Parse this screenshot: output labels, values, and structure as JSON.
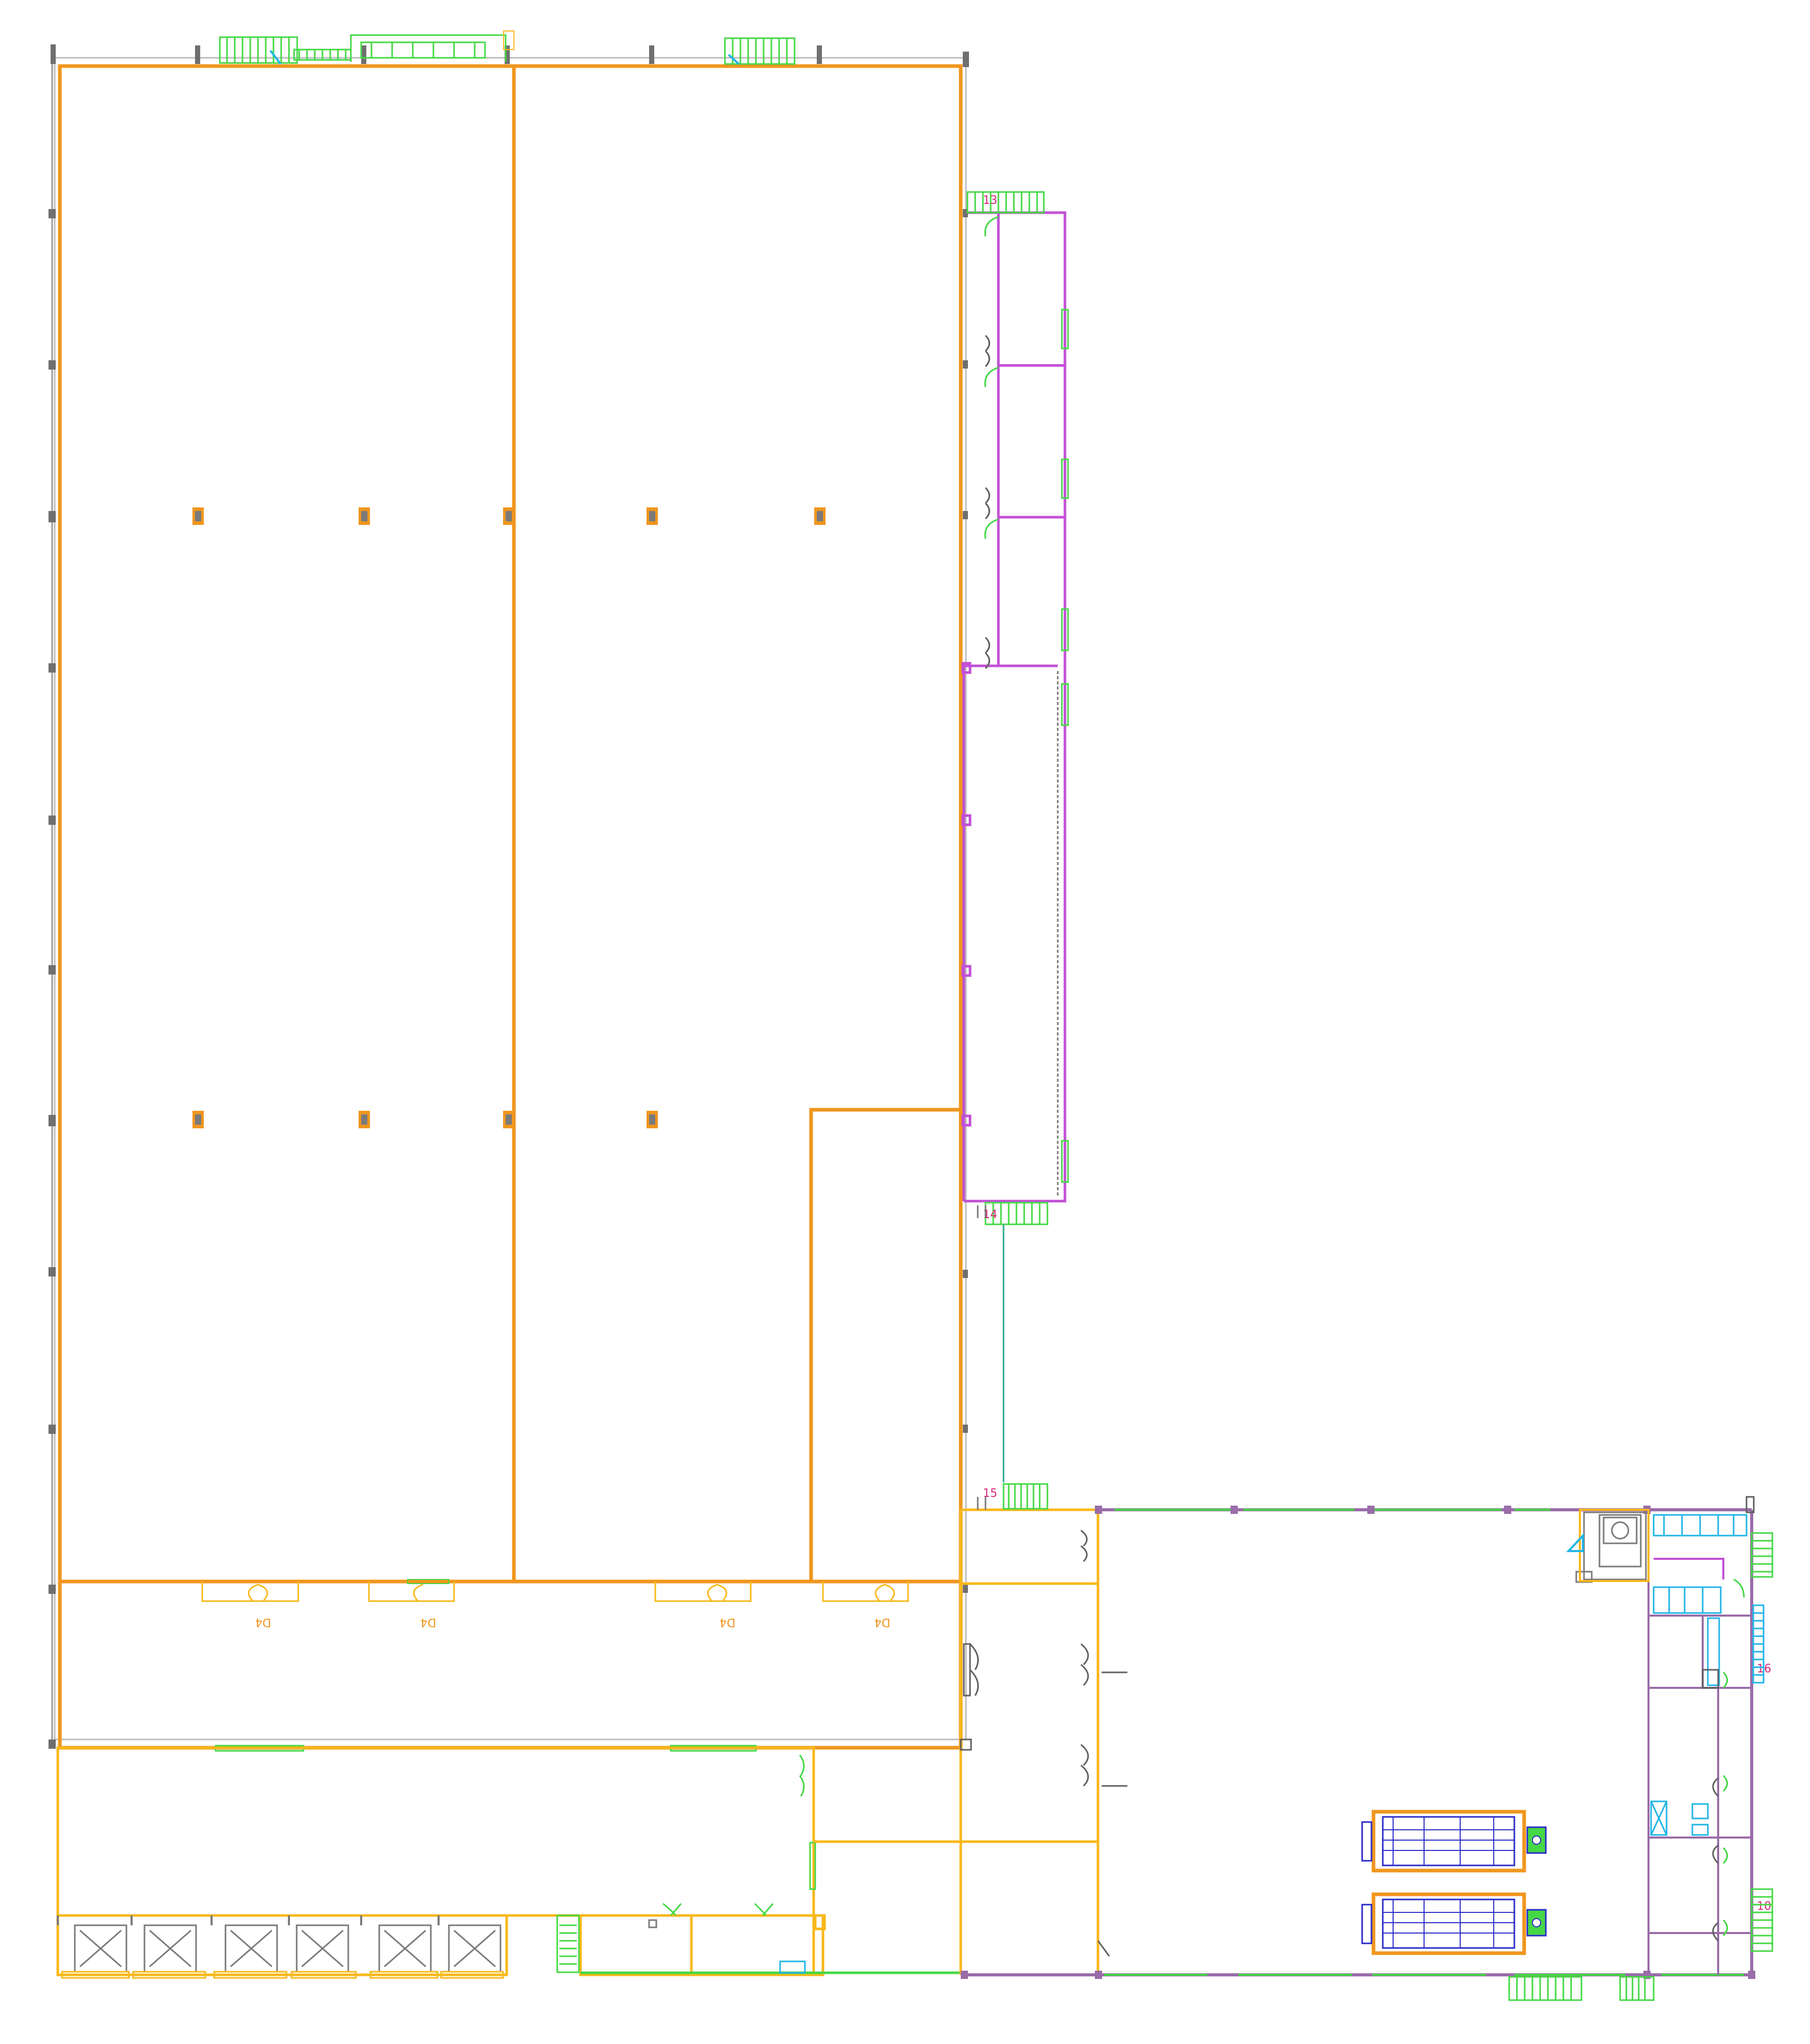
{
  "drawing": {
    "kind": "floor-plan",
    "colors": {
      "background": "#ffffff",
      "main_walls": "#f0961e",
      "secondary_walls": "#f8b81a",
      "office_partitions": "#c24fd6",
      "windows_stairs": "#45d845",
      "cyan_elements": "#21b5e6",
      "structure_grey": "#7a7a7a",
      "purple_walls": "#9a6ca8",
      "vehicle_blue": "#2d2dc8",
      "dim_green": "#27a88e",
      "label_pink": "#d6287a"
    }
  },
  "labels": {
    "dock_doors": [
      "D4",
      "D4",
      "D4",
      "D4"
    ],
    "stair_marks": [
      "13",
      "14",
      "15",
      "16",
      "10"
    ]
  }
}
